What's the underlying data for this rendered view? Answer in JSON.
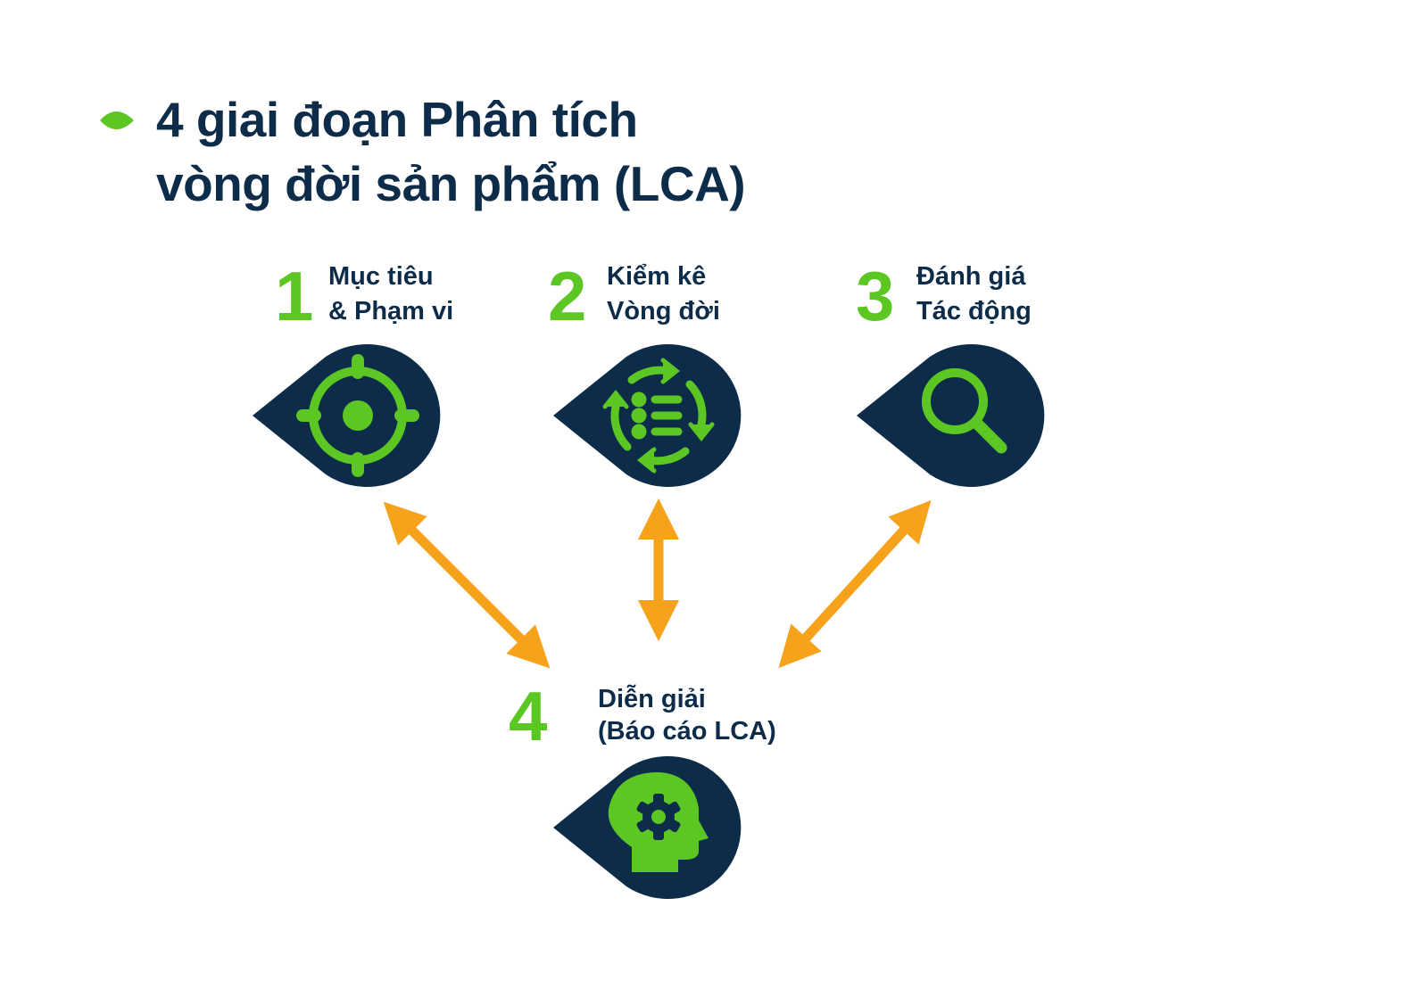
{
  "title": {
    "line1": "4 giai đoạn Phân tích",
    "line2": "vòng đời sản phẩm (LCA)"
  },
  "stages": [
    {
      "number": "1",
      "line1": "Mục tiêu",
      "line2": "& Phạm vi",
      "icon": "target-icon"
    },
    {
      "number": "2",
      "line1": "Kiểm kê",
      "line2": "Vòng đời",
      "icon": "cycle-list-icon"
    },
    {
      "number": "3",
      "line1": "Đánh giá",
      "line2": "Tác động",
      "icon": "magnifier-icon"
    },
    {
      "number": "4",
      "line1": "Diễn giải",
      "line2": "(Báo cáo LCA)",
      "icon": "head-gear-icon"
    }
  ],
  "colors": {
    "navy": "#0D2C4A",
    "green": "#5CC723",
    "orange": "#F7A21B"
  }
}
